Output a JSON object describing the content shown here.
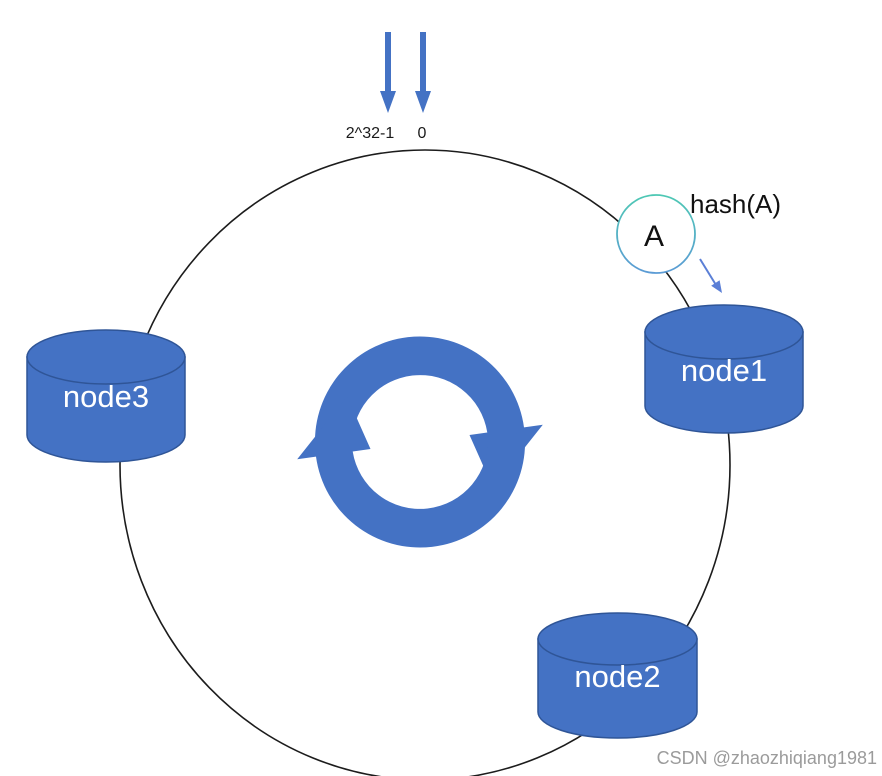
{
  "ring": {
    "range_end_label": "2^32-1",
    "range_start_label": "0"
  },
  "key": {
    "label": "A",
    "hash_label": "hash(A)"
  },
  "nodes": [
    {
      "label": "node1"
    },
    {
      "label": "node2"
    },
    {
      "label": "node3"
    }
  ],
  "watermark": "CSDN @zhaozhiqiang1981",
  "colors": {
    "node_fill": "#4472c4",
    "node_stroke": "#2f5597",
    "arrow_blue": "#4472c4",
    "thin_arrow_blue": "#5b7fd6",
    "key_circle_border_top": "#4ec8b4",
    "key_circle_border_bottom": "#5b9bd5",
    "ring_stroke": "#1c1c1c",
    "watermark_gray": "#9b9b9b"
  },
  "icons": {
    "center": "rotation-cycle-icon",
    "top_left": "down-arrow-icon",
    "top_right": "down-arrow-icon",
    "hash_pointer": "down-right-arrow-icon"
  }
}
